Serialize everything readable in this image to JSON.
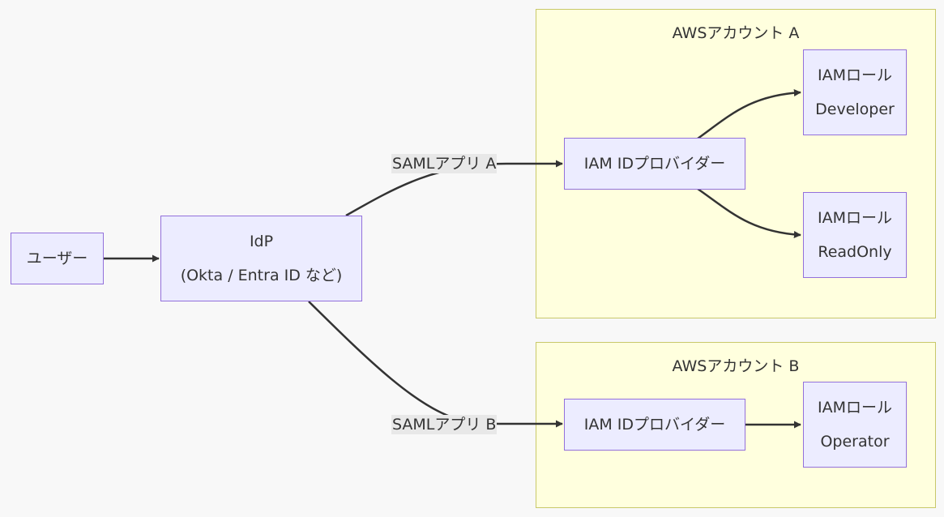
{
  "accounts": {
    "a": {
      "title": "AWSアカウント A"
    },
    "b": {
      "title": "AWSアカウント B"
    }
  },
  "nodes": {
    "user": {
      "label": "ユーザー"
    },
    "idp": {
      "line1": "IdP",
      "line2": "(Okta / Entra ID など)"
    },
    "idprov_a": {
      "label": "IAM IDプロバイダー"
    },
    "idprov_b": {
      "label": "IAM IDプロバイダー"
    },
    "role_dev": {
      "line1": "IAMロール",
      "line2": "Developer"
    },
    "role_ro": {
      "line1": "IAMロール",
      "line2": "ReadOnly"
    },
    "role_op": {
      "line1": "IAMロール",
      "line2": "Operator"
    }
  },
  "edges": {
    "saml_a": {
      "label": "SAMLアプリ A"
    },
    "saml_b": {
      "label": "SAMLアプリ B"
    }
  },
  "colors": {
    "node_fill": "#ececff",
    "node_border": "#9370db",
    "cluster_fill": "#ffffde",
    "cluster_border": "#c8c86a",
    "edge": "#333333",
    "edge_label_bg": "#e8e8e8"
  }
}
